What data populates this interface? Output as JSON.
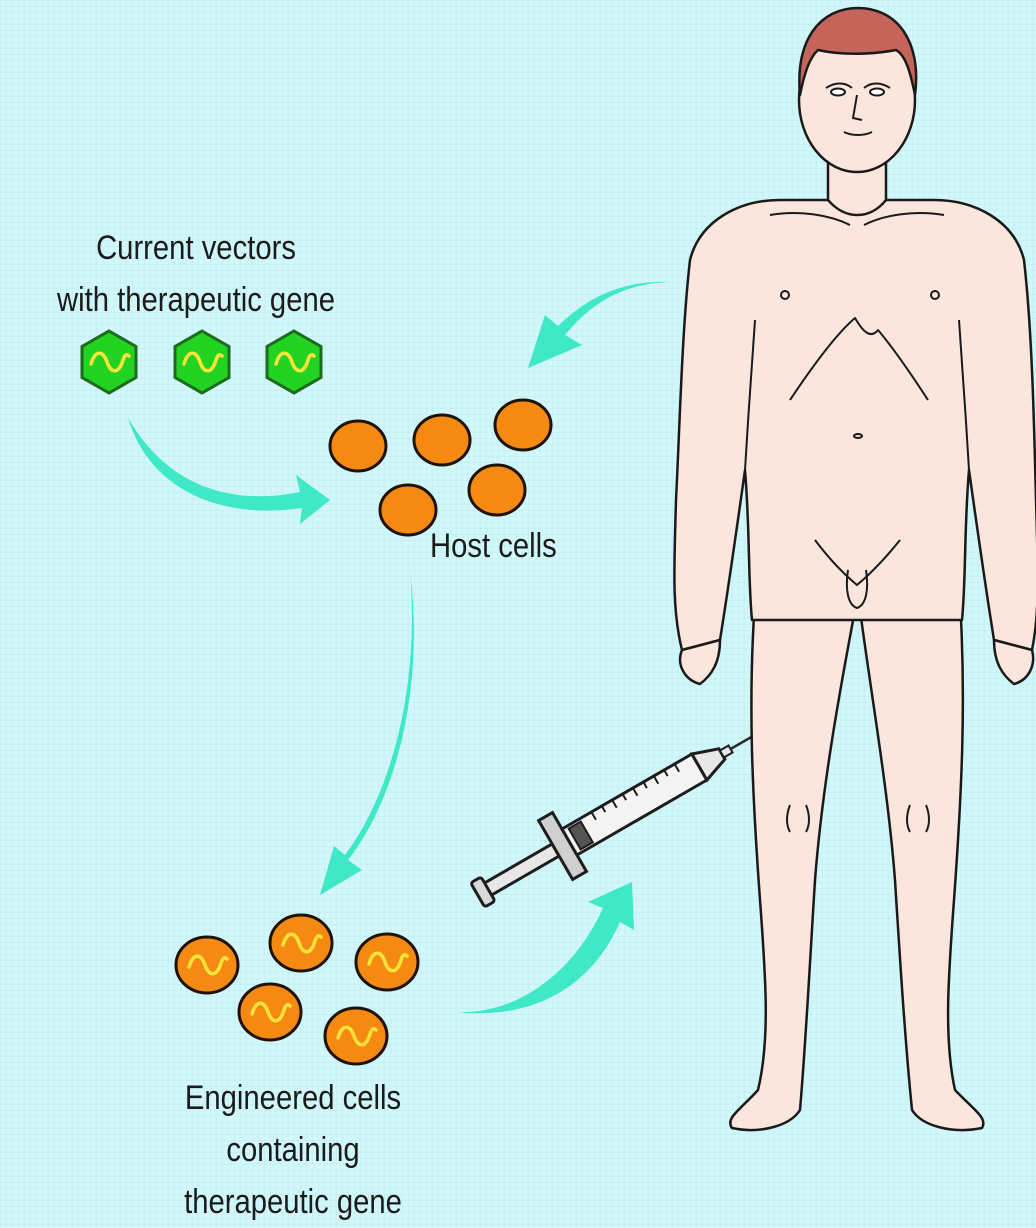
{
  "labels": {
    "vectors_line1": "Current vectors",
    "vectors_line2": "with therapeutic gene",
    "host_cells": "Host cells",
    "engineered_line1": "Engineered cells",
    "engineered_line2": "containing",
    "engineered_line3": "therapeutic gene"
  },
  "colors": {
    "background": "#d2f7fb",
    "vector_fill": "#22d322",
    "cell_fill": "#f58a12",
    "gene_stroke": "#ffe33a",
    "arrow_fill": "#3fe8c6",
    "skin": "#fbe6dd",
    "hair": "#c4645b"
  },
  "icons": {
    "vector": "hexagon-icon",
    "cell": "circle-icon",
    "gene": "wave-icon",
    "syringe": "syringe-icon",
    "body": "human-figure-icon"
  }
}
